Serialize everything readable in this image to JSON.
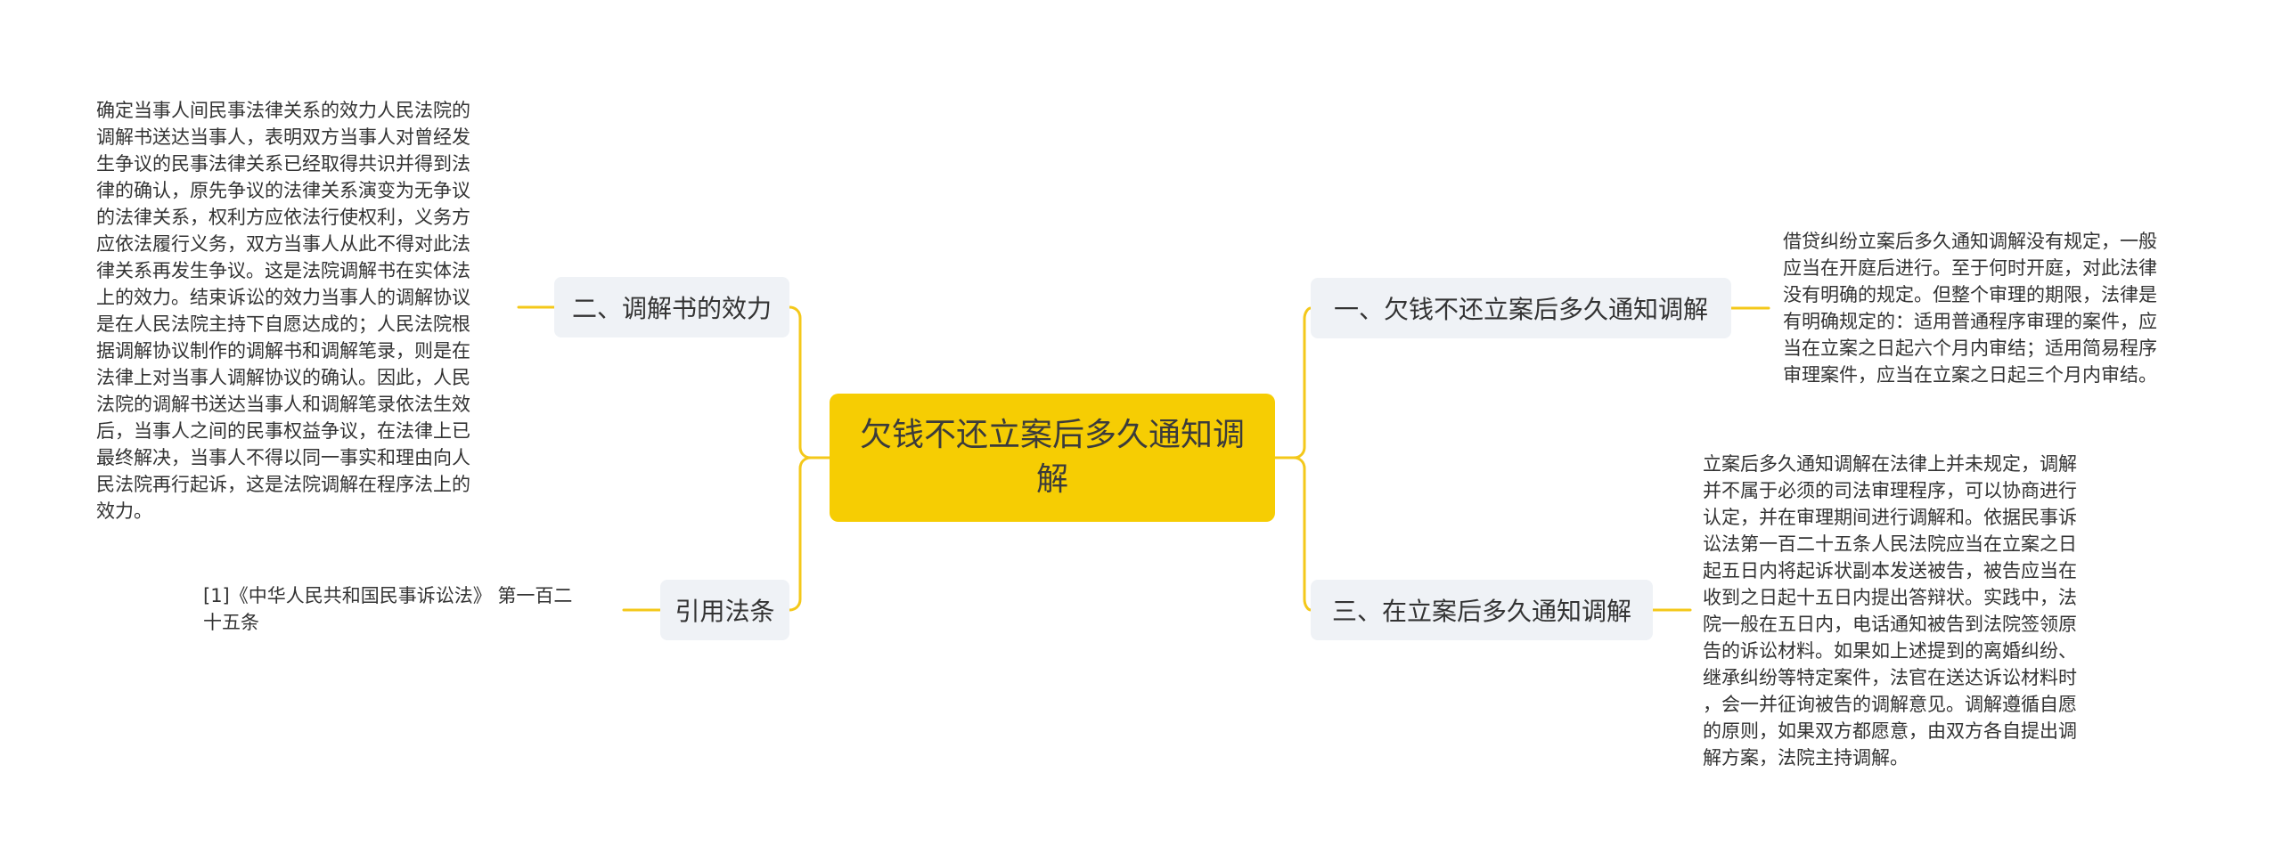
{
  "colors": {
    "central_fill": "#f6cd03",
    "branch_fill": "#eff2f6",
    "connector": "#f4c81a",
    "leaf_text": "#333333"
  },
  "central": {
    "title": "欠钱不还立案后多久通知调解"
  },
  "branches": {
    "effect": {
      "label": "二、调解书的效力",
      "text": "确定当事人间民事法律关系的效力人民法院的\n调解书送达当事人，表明双方当事人对曾经发\n生争议的民事法律关系已经取得共识并得到法\n律的确认，原先争议的法律关系演变为无争议\n的法律关系，权利方应依法行使权利，义务方\n应依法履行义务，双方当事人从此不得对此法\n律关系再发生争议。这是法院调解书在实体法\n上的效力。结束诉讼的效力当事人的调解协议\n是在人民法院主持下自愿达成的；人民法院根\n据调解协议制作的调解书和调解笔录，则是在\n法律上对当事人调解协议的确认。因此，人民\n法院的调解书送达当事人和调解笔录依法生效\n后，当事人之间的民事权益争议，在法律上已\n最终解决，当事人不得以同一事实和理由向人\n民法院再行起诉，这是法院调解在程序法上的\n效力。"
    },
    "reference": {
      "label": "引用法条",
      "text": "[1]《中华人民共和国民事诉讼法》 第一百二\n十五条"
    },
    "timing": {
      "label": "一、欠钱不还立案后多久通知调解",
      "text": "借贷纠纷立案后多久通知调解没有规定，一般\n应当在开庭后进行。至于何时开庭，对此法律\n没有明确的规定。但整个审理的期限，法律是\n有明确规定的：适用普通程序审理的案件，应\n当在立案之日起六个月内审结；适用简易程序\n审理案件，应当在立案之日起三个月内审结。"
    },
    "after_filing": {
      "label": "三、在立案后多久通知调解",
      "text": "立案后多久通知调解在法律上并未规定，调解\n并不属于必须的司法审理程序，可以协商进行\n认定，并在审理期间进行调解和。依据民事诉\n讼法第一百二十五条人民法院应当在立案之日\n起五日内将起诉状副本发送被告，被告应当在\n收到之日起十五日内提出答辩状。实践中，法\n院一般在五日内，电话通知被告到法院签领原\n告的诉讼材料。如果如上述提到的离婚纠纷、\n继承纠纷等特定案件，法官在送达诉讼材料时\n，会一并征询被告的调解意见。调解遵循自愿\n的原则，如果双方都愿意，由双方各自提出调\n解方案，法院主持调解。"
    }
  }
}
